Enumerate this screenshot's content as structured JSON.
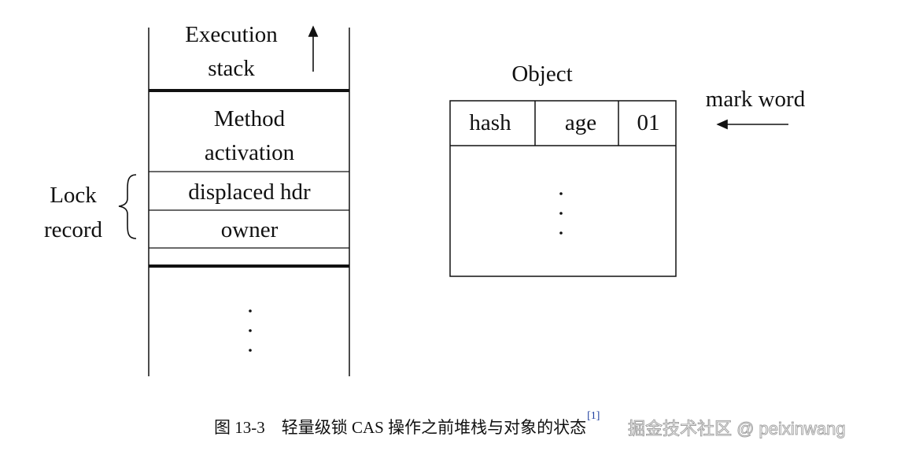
{
  "stack": {
    "top_label_line1": "Execution",
    "top_label_line2": "stack",
    "method_line1": "Method",
    "method_line2": "activation",
    "displaced_hdr": "displaced hdr",
    "owner": "owner",
    "ellipsis": "⋮"
  },
  "lock_record": {
    "line1": "Lock",
    "line2": "record"
  },
  "object": {
    "title": "Object",
    "hash": "hash",
    "age": "age",
    "flag": "01",
    "ellipsis": "⋮"
  },
  "mark_word": {
    "label": "mark word"
  },
  "caption": {
    "text": "图 13-3　轻量级锁 CAS 操作之前堆栈与对象的状态",
    "ref": "[1]"
  },
  "watermark": {
    "text": "掘金技术社区 @ peixinwang"
  },
  "colors": {
    "line": "#111111",
    "ref": "#2040a0"
  }
}
